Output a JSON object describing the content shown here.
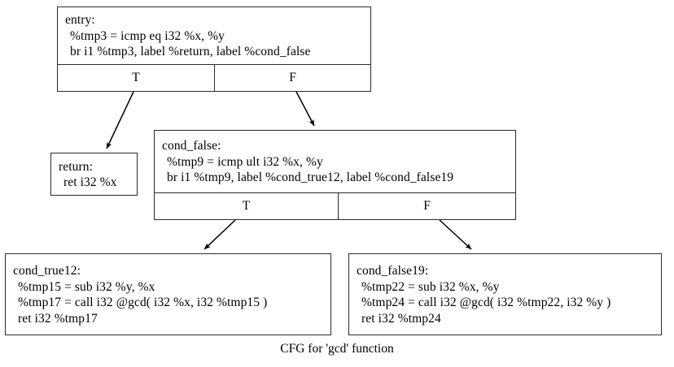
{
  "caption": "CFG for 'gcd' function",
  "theme": {
    "background": "#ffffff",
    "node_fill": "#ffffff",
    "node_border": "#2b2b2b",
    "text": "#000000",
    "edge": "#000000"
  },
  "nodes": {
    "entry": {
      "name": "entry",
      "lines": [
        "entry:",
        "%tmp3 = icmp eq i32 %x, %y",
        "br i1 %tmp3, label %return, label %cond_false"
      ],
      "ports": {
        "true": "T",
        "false": "F"
      }
    },
    "return": {
      "name": "return",
      "lines": [
        "return:",
        "ret i32 %x"
      ]
    },
    "cond_false": {
      "name": "cond_false",
      "lines": [
        "cond_false:",
        "%tmp9 = icmp ult i32 %x, %y",
        "br i1 %tmp9, label %cond_true12, label %cond_false19"
      ],
      "ports": {
        "true": "T",
        "false": "F"
      }
    },
    "cond_true12": {
      "name": "cond_true12",
      "lines": [
        "cond_true12:",
        "%tmp15 = sub i32 %y, %x",
        "%tmp17 = call i32 @gcd( i32 %x, i32 %tmp15 )",
        "ret i32 %tmp17"
      ]
    },
    "cond_false19": {
      "name": "cond_false19",
      "lines": [
        "cond_false19:",
        "%tmp22 = sub i32 %x, %y",
        "%tmp24 = call i32 @gcd( i32 %tmp22, i32 %y )",
        "ret i32 %tmp24"
      ]
    }
  },
  "edges": [
    {
      "from": "entry",
      "port": "T",
      "to": "return"
    },
    {
      "from": "entry",
      "port": "F",
      "to": "cond_false"
    },
    {
      "from": "cond_false",
      "port": "T",
      "to": "cond_true12"
    },
    {
      "from": "cond_false",
      "port": "F",
      "to": "cond_false19"
    }
  ]
}
